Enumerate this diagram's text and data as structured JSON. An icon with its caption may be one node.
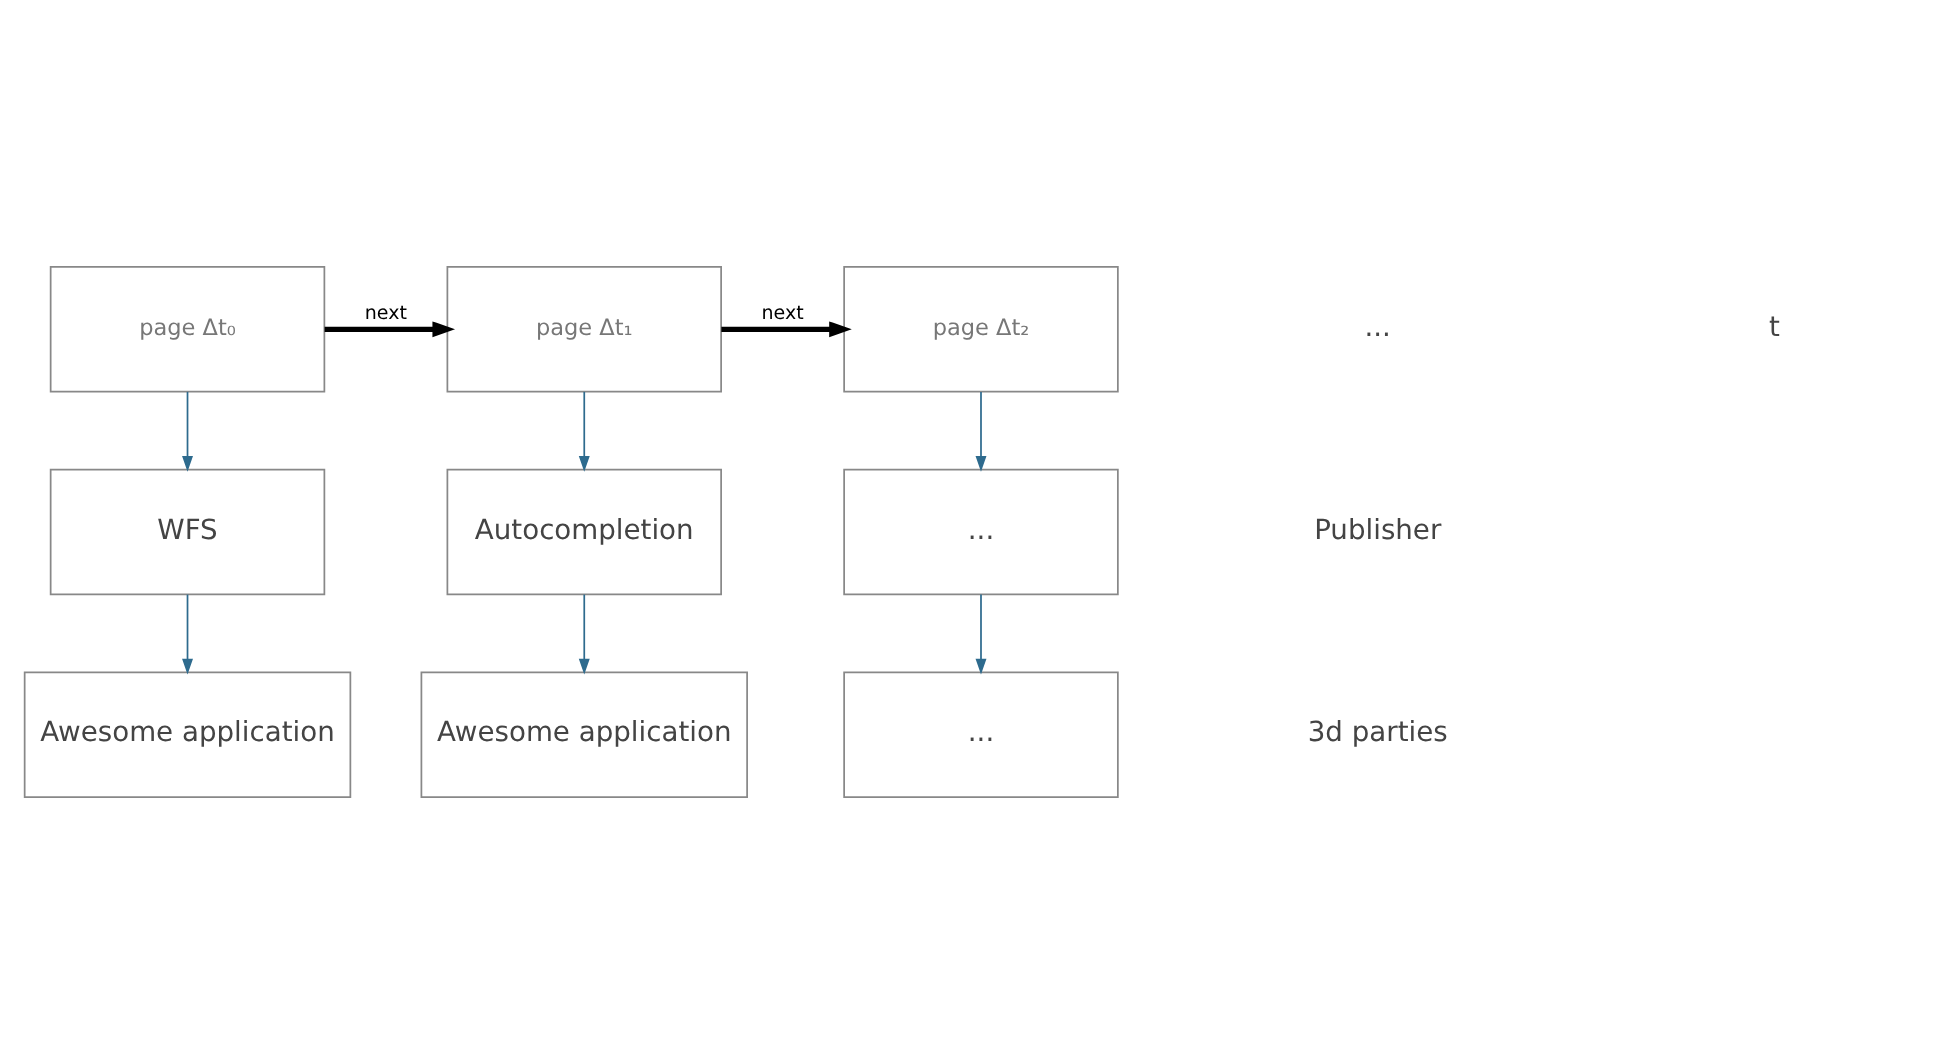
{
  "diagram": {
    "nodes": [
      {
        "text": [
          "page Δt₀"
        ]
      },
      {
        "text": [
          "page Δt₁"
        ]
      },
      {
        "text": [
          "page Δt₂"
        ]
      },
      {
        "text": [
          "WFS"
        ]
      },
      {
        "text": [
          "Autocompletion"
        ]
      },
      {
        "text": [
          "..."
        ]
      },
      {
        "text": [
          "Awesome application"
        ]
      },
      {
        "text": [
          "Awesome application"
        ]
      },
      {
        "text": [
          "..."
        ]
      }
    ],
    "edges": [
      {
        "from": 0,
        "to": 1,
        "arrow": "to",
        "label": "next",
        "style": "thick",
        "color": "#000000"
      },
      {
        "from": 1,
        "to": 2,
        "arrow": "to",
        "label": "next",
        "style": "thick",
        "color": "#000000"
      },
      {
        "from": 0,
        "to": 3,
        "arrow": "to"
      },
      {
        "from": 1,
        "to": 4,
        "arrow": "to"
      },
      {
        "from": 2,
        "to": 5,
        "arrow": "to"
      },
      {
        "from": 3,
        "to": 6,
        "arrow": "to"
      },
      {
        "from": 4,
        "to": 7,
        "arrow": "to"
      },
      {
        "from": 5,
        "to": 8,
        "arrow": "to"
      }
    ],
    "labels": [
      "...",
      "t",
      "Publisher",
      "3d parties"
    ]
  }
}
